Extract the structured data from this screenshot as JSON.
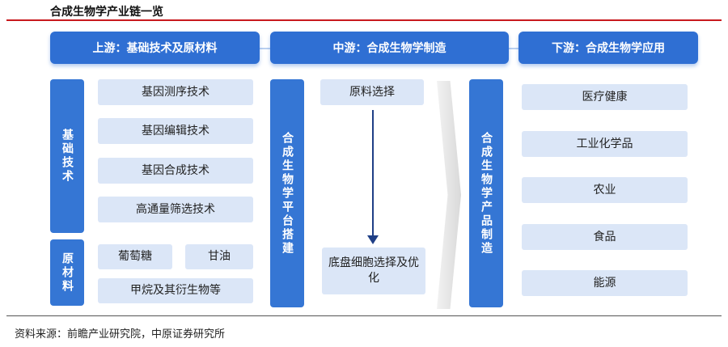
{
  "title": "合成生物学产业链一览",
  "headers": {
    "upstream": "上游：基础技术及原材料",
    "midstream": "中游：合成生物学制造",
    "downstream": "下游：合成生物学应用"
  },
  "upstream": {
    "tech_label": "基础技术",
    "tech_items": [
      "基因测序技术",
      "基因编辑技术",
      "基因合成技术",
      "高通量筛选技术"
    ],
    "material_label": "原材料",
    "material_items": [
      "葡萄糖",
      "甘油",
      "甲烷及其衍生物等"
    ]
  },
  "midstream": {
    "platform_label": "合成生物学平台搭建",
    "step_top": "原料选择",
    "step_bottom": "底盘细胞选择及优化",
    "product_label": "合成生物学产品制造"
  },
  "downstream": {
    "items": [
      "医疗健康",
      "工业化学品",
      "农业",
      "食品",
      "能源"
    ]
  },
  "source": "资料来源：前瞻产业研究院，中原证券研究所",
  "colors": {
    "title_rule": "#c8191e",
    "header_blue": "#2f6fd3",
    "side_blue": "#3576d4",
    "box_light": "#dbe6f7",
    "arrow_dark": "#1f3f86"
  }
}
